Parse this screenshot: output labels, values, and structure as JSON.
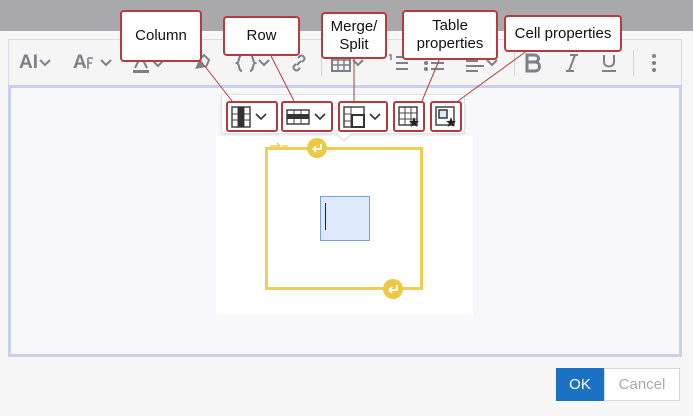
{
  "callouts": {
    "column": "Column",
    "row": "Row",
    "merge_split": "Merge/\nSplit",
    "table_properties": "Table\nproperties",
    "cell_properties": "Cell properties"
  },
  "toolbar": {
    "ai_label": "AI",
    "font_size_label": "A",
    "more_icon": "more-vertical-icon"
  },
  "context_toolbar": {
    "buttons": [
      "column",
      "row",
      "merge-split",
      "table-properties",
      "cell-properties"
    ]
  },
  "buttons": {
    "ok": "OK",
    "cancel": "Cancel"
  },
  "colors": {
    "callout_border": "#b63b40",
    "table_border": "#efce54",
    "selected_cell": "#dce9fb",
    "ok_blue": "#1b71c2"
  }
}
